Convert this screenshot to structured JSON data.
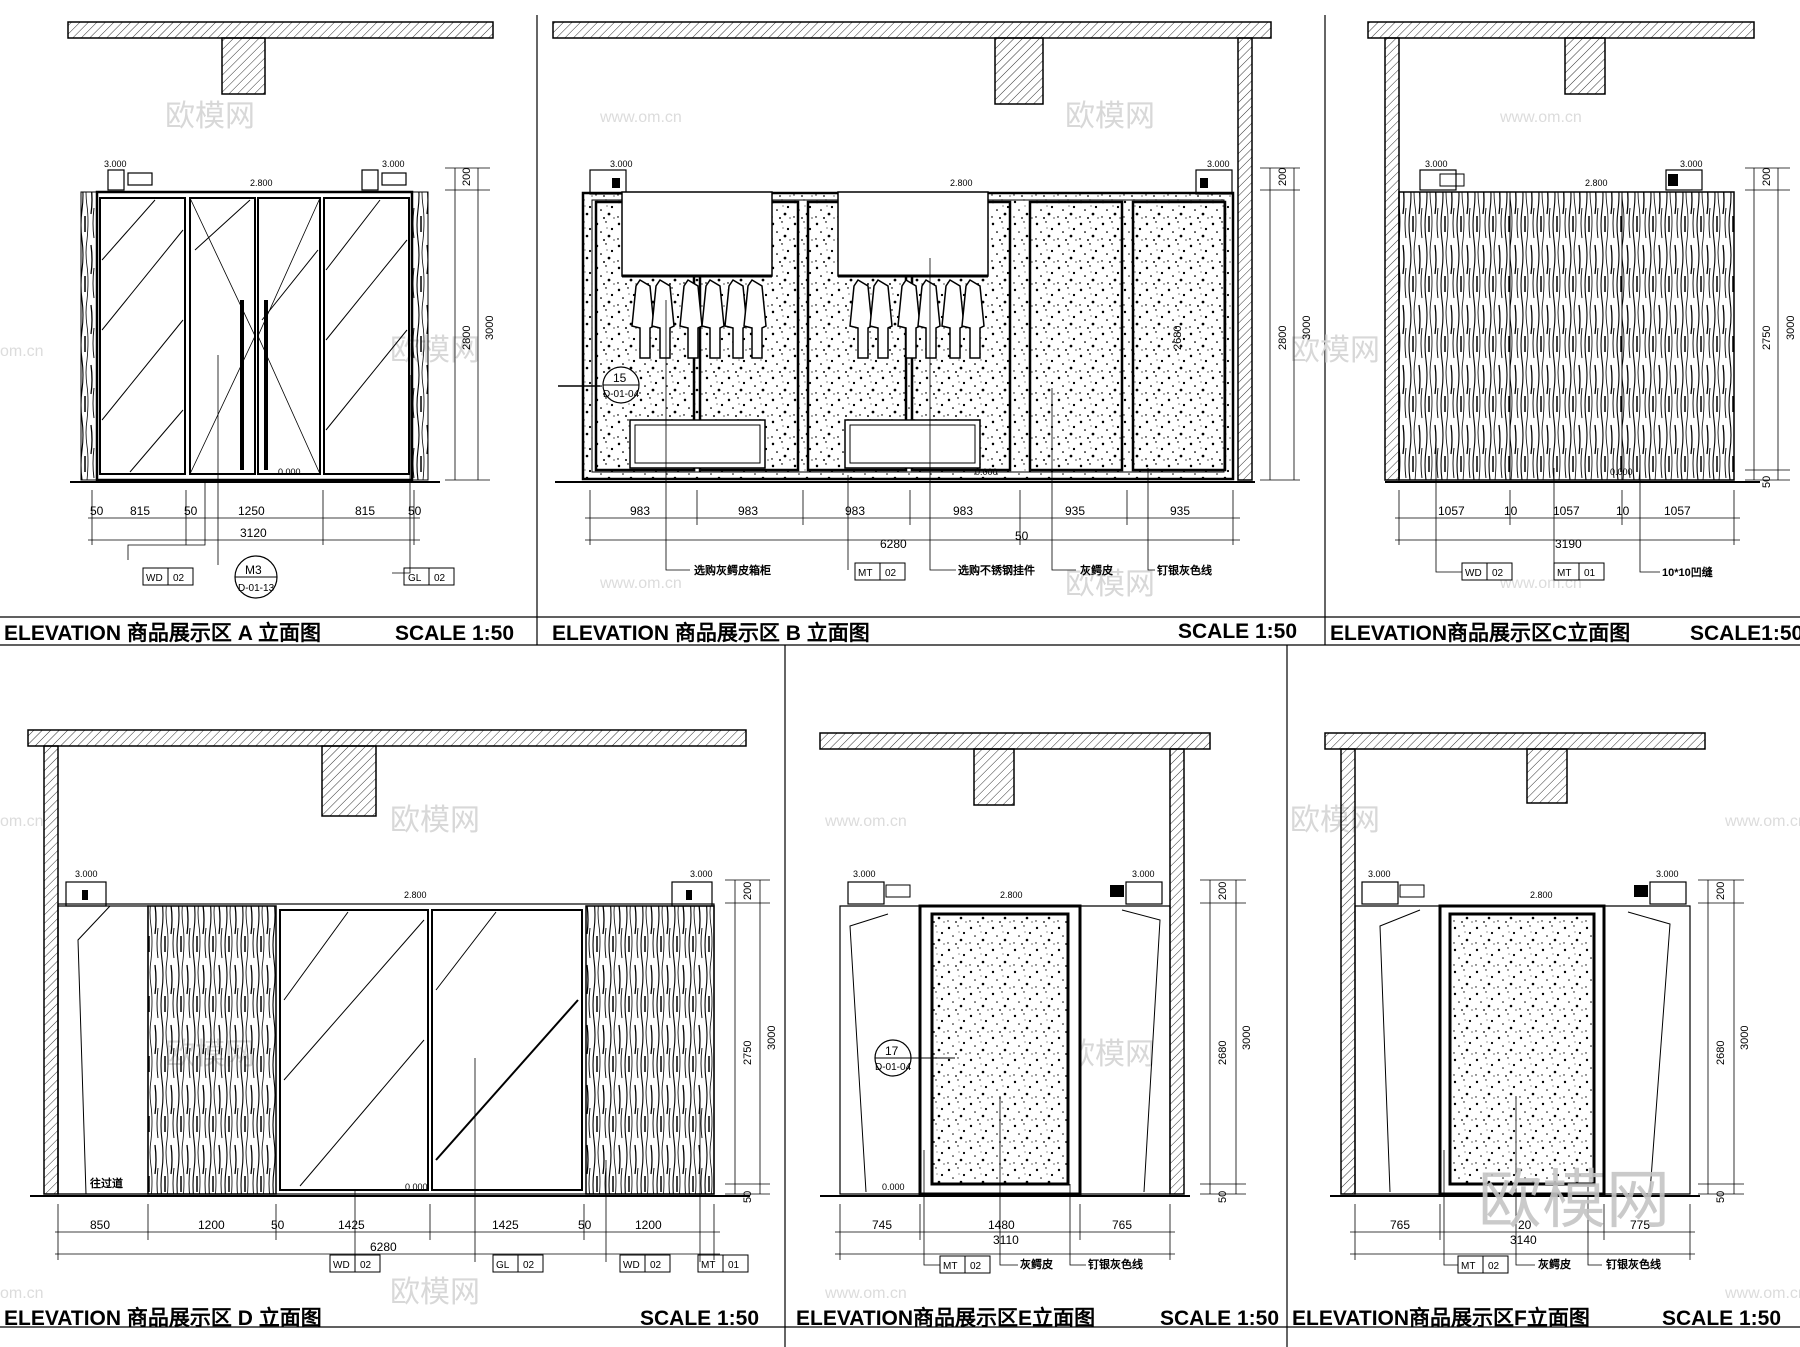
{
  "watermarks": {
    "logo_text": "欧模网",
    "url_text": "www.om.cn",
    "url_text_left": "om.cn"
  },
  "levels": {
    "top": "3.000",
    "ceiling": "2.800",
    "floor": "0.000"
  },
  "panels": {
    "A": {
      "title": "ELEVATION  商品展示区 A 立面图",
      "scale": "SCALE 1:50",
      "heights": [
        "200",
        "2800",
        "3000"
      ],
      "dims": [
        "50",
        "815",
        "50",
        "1250",
        "815",
        "50"
      ],
      "total": "3120",
      "tags": [
        {
          "code": "WD",
          "num": "02"
        },
        {
          "code": "GL",
          "num": "02"
        }
      ],
      "door_tag": {
        "code": "M3",
        "ref": "D-01-13"
      }
    },
    "B": {
      "title": "ELEVATION  商品展示区 B 立面图",
      "scale": "SCALE 1:50",
      "heights": [
        "200",
        "2800",
        "3000",
        "2680"
      ],
      "dims": [
        "983",
        "983",
        "983",
        "983",
        "935",
        "935",
        "50"
      ],
      "total": "6280",
      "tags": [
        {
          "code": "MT",
          "num": "02"
        }
      ],
      "detail_tag": {
        "num": "15",
        "ref": "D-01-04"
      },
      "notes": [
        "选购灰鳄皮箱柜",
        "选购不锈钢挂件",
        "灰鳄皮",
        "钉银灰色线"
      ]
    },
    "C": {
      "title": "ELEVATION商品展示区C立面图",
      "scale": "SCALE1:50",
      "heights": [
        "200",
        "2750",
        "3000",
        "50"
      ],
      "dims": [
        "1057",
        "10",
        "1057",
        "10",
        "1057"
      ],
      "total": "3190",
      "tags": [
        {
          "code": "WD",
          "num": "02"
        },
        {
          "code": "MT",
          "num": "01"
        }
      ],
      "notes": [
        "10*10凹缝"
      ]
    },
    "D": {
      "title": "ELEVATION  商品展示区 D 立面图",
      "scale": "SCALE 1:50",
      "heights": [
        "200",
        "2750",
        "3000",
        "50"
      ],
      "dims": [
        "850",
        "1200",
        "50",
        "1425",
        "1425",
        "50",
        "1200"
      ],
      "total": "6280",
      "tags": [
        {
          "code": "WD",
          "num": "02"
        },
        {
          "code": "GL",
          "num": "02"
        },
        {
          "code": "WD",
          "num": "02"
        },
        {
          "code": "MT",
          "num": "01"
        }
      ],
      "notes": [
        "往过道"
      ]
    },
    "E": {
      "title": "ELEVATION商品展示区E立面图",
      "scale": "SCALE 1:50",
      "heights": [
        "200",
        "2680",
        "3000",
        "50"
      ],
      "dims": [
        "745",
        "1480",
        "765"
      ],
      "total": "3110",
      "tags": [
        {
          "code": "MT",
          "num": "02"
        }
      ],
      "detail_tag": {
        "num": "17",
        "ref": "D-01-04"
      },
      "notes": [
        "灰鳄皮",
        "钉银灰色线"
      ]
    },
    "F": {
      "title": "ELEVATION商品展示区F立面图",
      "scale": "SCALE 1:50",
      "heights": [
        "200",
        "2680",
        "3000",
        "50"
      ],
      "dims": [
        "765",
        "20",
        "775"
      ],
      "total": "3140",
      "tags": [
        {
          "code": "MT",
          "num": "02"
        }
      ],
      "notes": [
        "灰鳄皮",
        "钉银灰色线"
      ]
    }
  }
}
